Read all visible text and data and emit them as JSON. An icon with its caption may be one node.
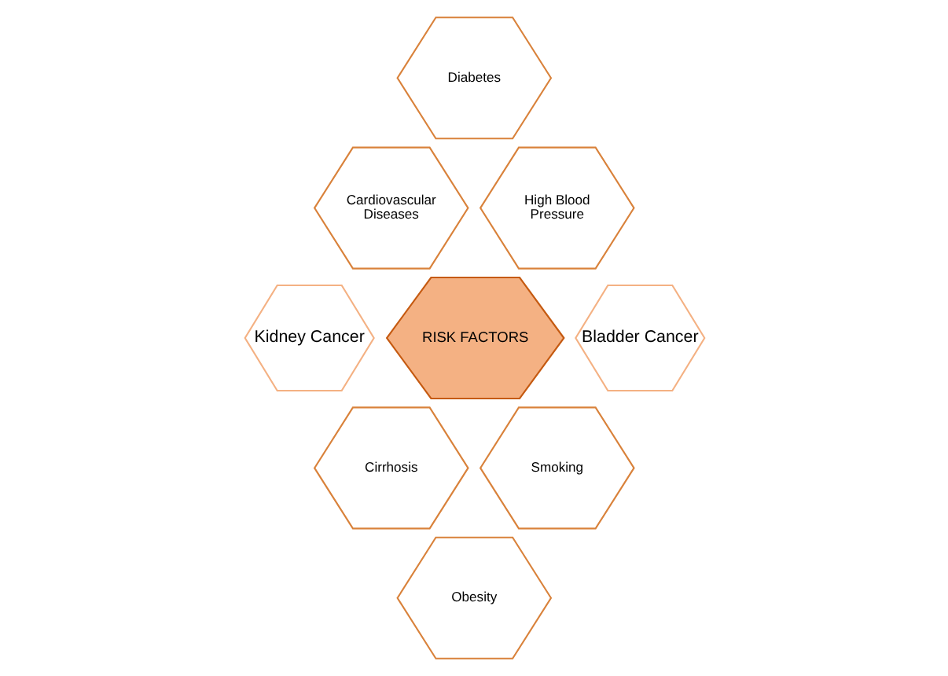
{
  "diagram": {
    "nodes": [
      {
        "text": [
          "Diabetes"
        ]
      },
      {
        "text": [
          "Cardiovascular Diseases"
        ]
      },
      {
        "text": [
          "High Blood Pressure"
        ]
      },
      {
        "text": [
          "Kidney Cancer"
        ]
      },
      {
        "text": [
          "RISK FACTORS"
        ]
      },
      {
        "text": [
          "Bladder Cancer"
        ]
      },
      {
        "text": [
          "Cirrhosis"
        ]
      },
      {
        "text": [
          "Smoking"
        ]
      },
      {
        "text": [
          "Obesity"
        ]
      }
    ]
  }
}
